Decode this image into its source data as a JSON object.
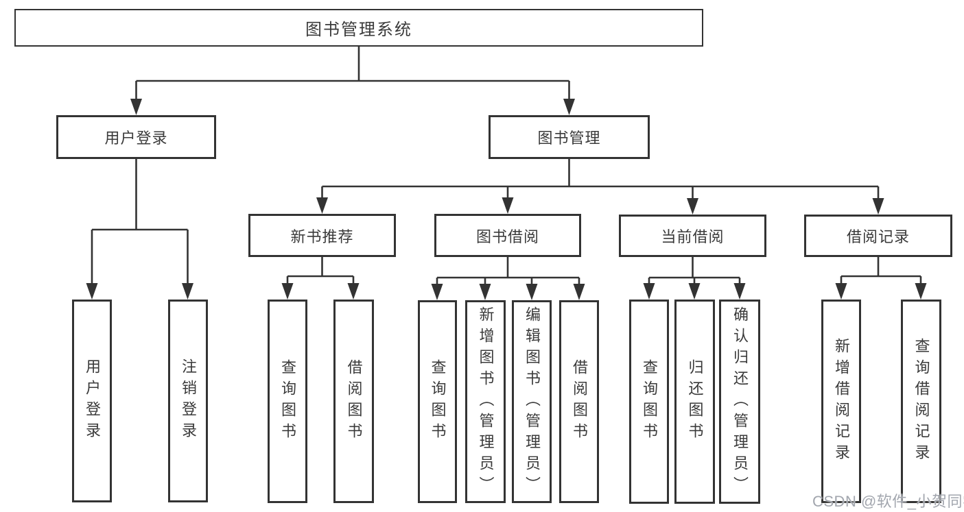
{
  "tree": {
    "label": "图书管理系统",
    "children": [
      {
        "label": "用户登录",
        "children": [
          {
            "label": "用户登录"
          },
          {
            "label": "注销登录"
          }
        ]
      },
      {
        "label": "图书管理",
        "children": [
          {
            "label": "新书推荐",
            "children": [
              {
                "label": "查询图书"
              },
              {
                "label": "借阅图书"
              }
            ]
          },
          {
            "label": "图书借阅",
            "children": [
              {
                "label": "查询图书"
              },
              {
                "label": "新增图书（管理员）"
              },
              {
                "label": "编辑图书（管理员）"
              },
              {
                "label": "借阅图书"
              }
            ]
          },
          {
            "label": "当前借阅",
            "children": [
              {
                "label": "查询图书"
              },
              {
                "label": "归还图书"
              },
              {
                "label": "确认归还（管理员）"
              }
            ]
          },
          {
            "label": "借阅记录",
            "children": [
              {
                "label": "新增借阅记录"
              },
              {
                "label": "查询借阅记录"
              }
            ]
          }
        ]
      }
    ]
  },
  "watermark": {
    "text": "CSDN @软件_小贺同学"
  },
  "colors": {
    "line": "#333333",
    "text": "#3a3a3a",
    "box_bg": "#ffffff",
    "background": "#ffffff",
    "watermark": "#a2a6ae"
  }
}
